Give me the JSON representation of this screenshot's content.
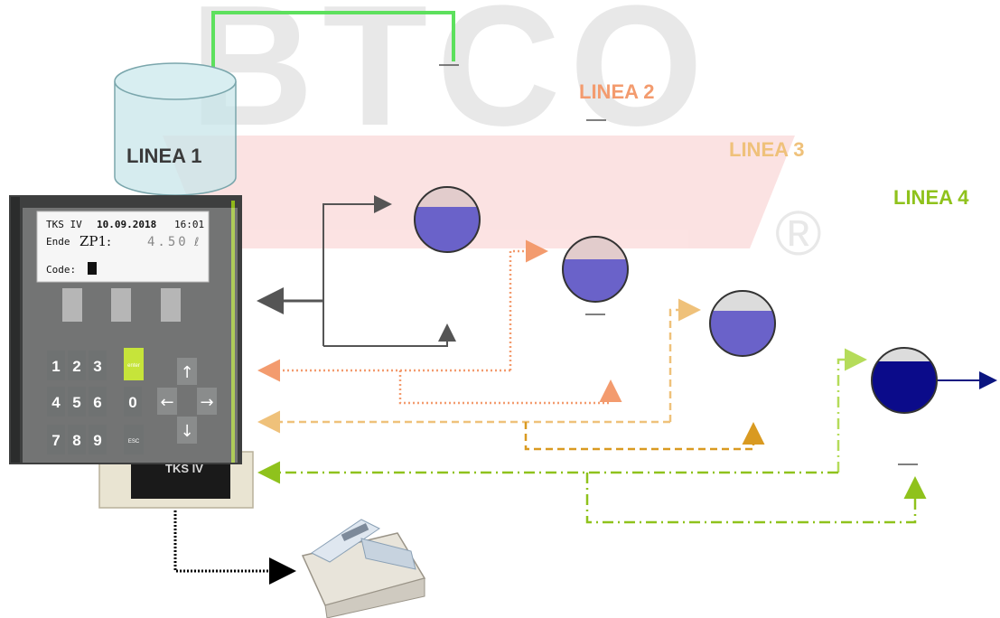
{
  "lines": [
    {
      "label": "LINEA 1",
      "color": "#3a3a3a"
    },
    {
      "label": "LINEA 2",
      "color": "#f39b6e"
    },
    {
      "label": "LINEA 3",
      "color": "#efc17a"
    },
    {
      "label": "LINEA 4",
      "color": "#8fc21c"
    }
  ],
  "terminal": {
    "model": "TKS IV",
    "date": "10.09.2018",
    "time": "16:01",
    "row2_label": "Ende",
    "row2_field": "ZP1:",
    "row2_value": "4.50",
    "row2_unit": "ℓ",
    "code_label": "Code:",
    "keys": [
      "1",
      "2",
      "3",
      "4",
      "5",
      "6",
      "0",
      "7",
      "8",
      "9"
    ],
    "enter_label": "enter",
    "esc_label": "ESC",
    "printer_label": "TKS IV"
  },
  "watermark": {
    "text": "BTCO",
    "mark": "®"
  },
  "colors": {
    "pipe_green": "#5de05d",
    "tank_fill": "#c8e6ea",
    "gauge_top": "#e2cccc",
    "gauge_liquid": "#6a62c9",
    "gauge_liquid_dark": "#0b0b8a",
    "output_arrow": "#0b1580"
  }
}
